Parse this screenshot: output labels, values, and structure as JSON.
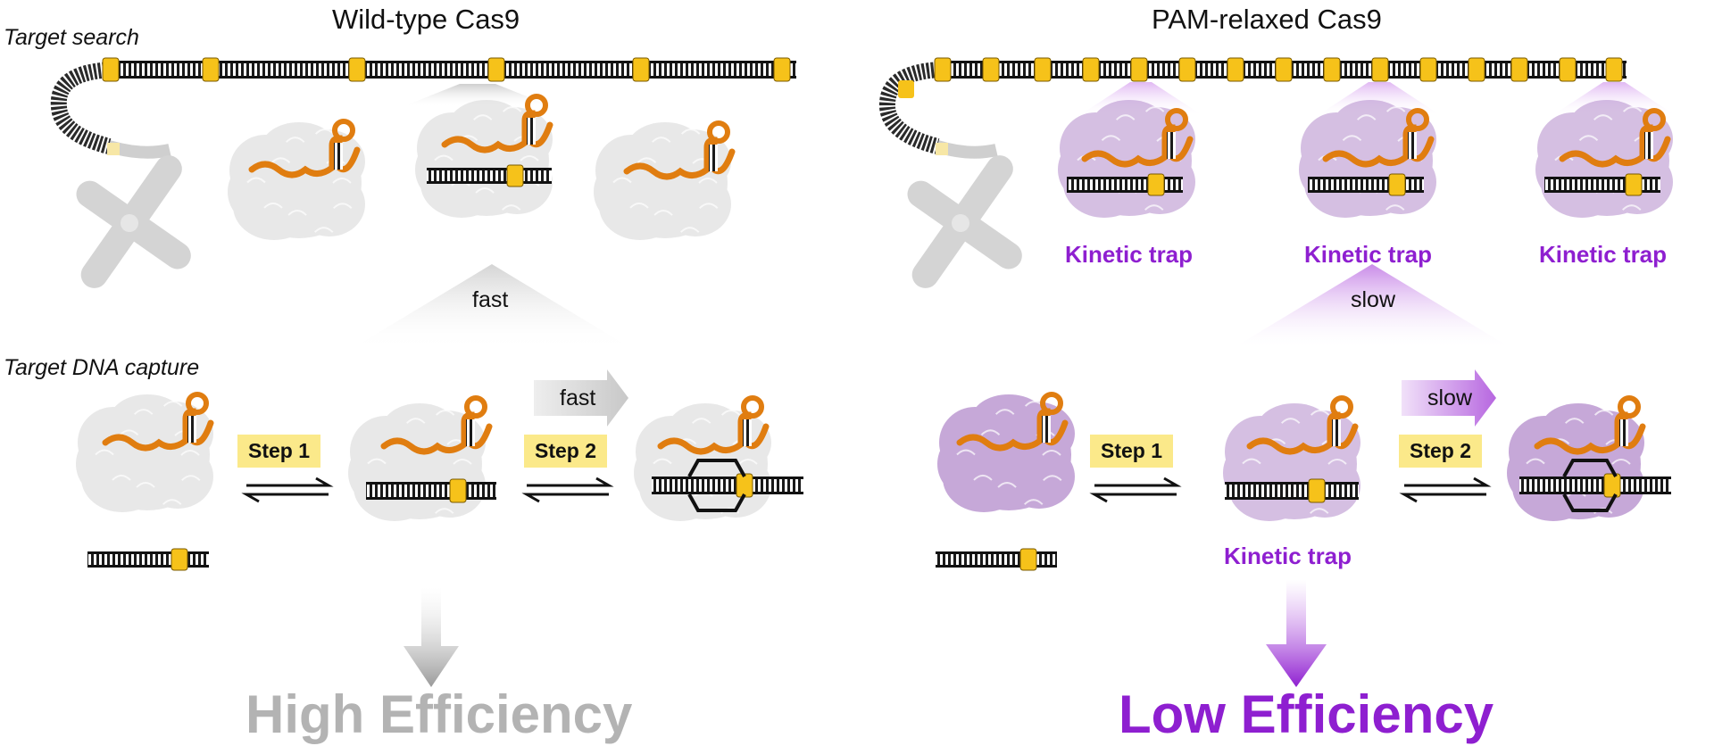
{
  "panels": {
    "left": {
      "title": "Wild-type Cas9",
      "search_label": "Target search",
      "capture_label": "Target DNA capture",
      "search_speed": "fast",
      "step2_speed": "fast",
      "step1": "Step 1",
      "step2": "Step 2",
      "outcome": "High Efficiency"
    },
    "right": {
      "title": "PAM-relaxed Cas9",
      "trap_labels": [
        "Kinetic trap",
        "Kinetic trap",
        "Kinetic trap"
      ],
      "search_speed": "slow",
      "step2_speed": "slow",
      "step1": "Step 1",
      "step2": "Step 2",
      "capture_trap": "Kinetic trap",
      "outcome": "Low Efficiency"
    }
  },
  "colors": {
    "pam": "#f6c21a",
    "rna": "#e07d10",
    "protein_wt": "#d9d9d9",
    "protein_relaxed": "#b48ccc",
    "accent_purple": "#8e1fd0",
    "grey_text": "#b3b3b3",
    "step_box": "#fbe98a"
  }
}
